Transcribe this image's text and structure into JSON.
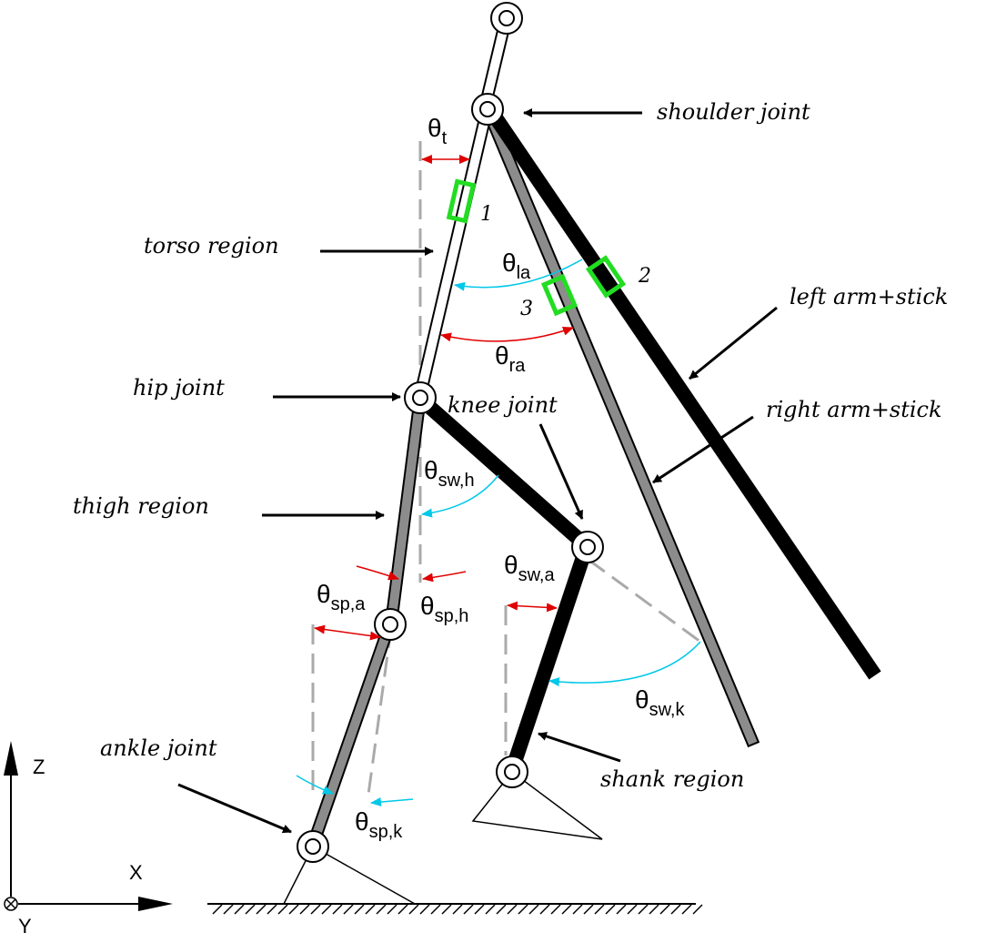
{
  "labels": {
    "shoulder_joint": "shoulder joint",
    "torso_region": "torso region",
    "hip_joint": "hip joint",
    "knee_joint": "knee joint",
    "thigh_region": "thigh region",
    "left_arm_stick": "left arm+stick",
    "right_arm_stick": "right arm+stick",
    "ankle_joint": "ankle joint",
    "shank_region": "shank region"
  },
  "sensors": [
    "1",
    "2",
    "3"
  ],
  "angles": {
    "theta": "θ",
    "t": "t",
    "la": "la",
    "ra": "ra",
    "sw_h": "sw,h",
    "sp_a": "sp,a",
    "sp_h": "sp,h",
    "sw_a": "sw,a",
    "sw_k": "sw,k",
    "sp_k": "sp,k"
  },
  "axes": {
    "z": "Z",
    "x": "X",
    "y": "Y"
  },
  "colors": {
    "red_arrow": "#e00000",
    "cyan_arrow": "#00c8e8",
    "sensor_green": "#22dd22",
    "gray_segment": "#8c8c8c",
    "dashed_guide": "#aaaaaa"
  }
}
